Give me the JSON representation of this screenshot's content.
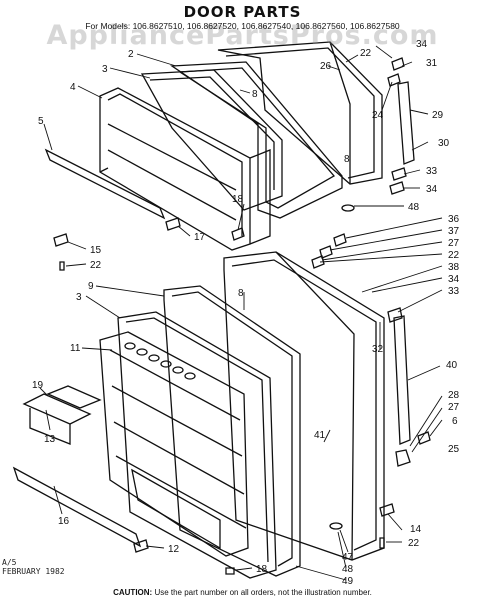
{
  "title": "DOOR PARTS",
  "models_line": "For Models: 106.8627510, 106.8627520, 106.8627540, 106.8627560, 106.8627580",
  "watermark": "AppliancePartsPros.com",
  "date_code": "A/5",
  "date_text": "FEBRUARY 1982",
  "caution_label": "CAUTION:",
  "caution_text": "Use the part number on all orders, not the illustration number.",
  "callouts": [
    "2",
    "3",
    "4",
    "5",
    "8",
    "8",
    "8",
    "13",
    "15",
    "16",
    "17",
    "18",
    "18",
    "19",
    "22",
    "22",
    "22",
    "22",
    "24",
    "25",
    "26",
    "27",
    "27",
    "28",
    "29",
    "30",
    "31",
    "32",
    "33",
    "33",
    "34",
    "34",
    "34",
    "36",
    "37",
    "38",
    "40",
    "41",
    "47",
    "48",
    "48",
    "49",
    "6",
    "9",
    "3",
    "11",
    "12",
    "14"
  ]
}
